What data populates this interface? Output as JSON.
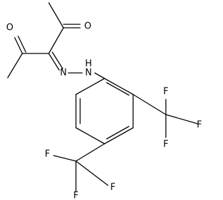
{
  "structure": {
    "atoms": {
      "O1": "O",
      "O2": "O",
      "N1": "N",
      "N2": "N",
      "NH": "H",
      "F": "F"
    },
    "colors": {
      "bond": "#000000",
      "label": "#000000",
      "background": "#ffffff"
    }
  }
}
